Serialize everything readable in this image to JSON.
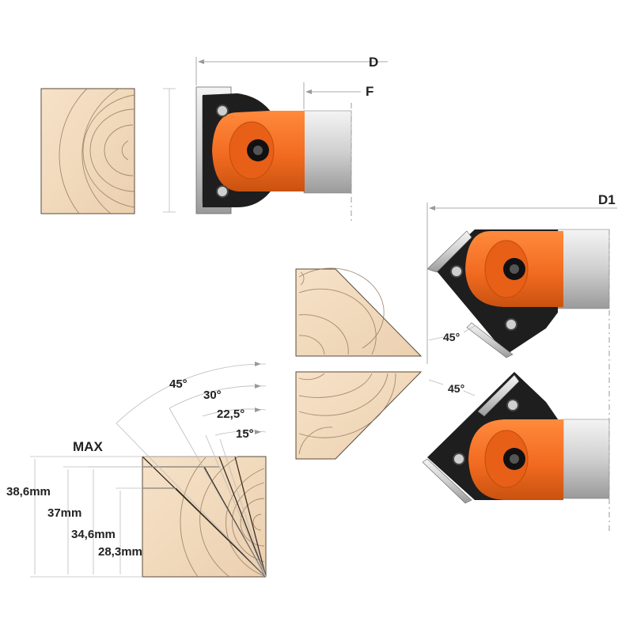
{
  "labels": {
    "d": "D",
    "f": "F",
    "d1": "D1",
    "max": "MAX"
  },
  "angles": {
    "a45_top": "45°",
    "a30": "30°",
    "a225": "22,5°",
    "a15": "15°",
    "a45_right_upper": "45°",
    "a45_right_lower": "45°"
  },
  "heights": {
    "h386": "38,6mm",
    "h37": "37mm",
    "h346": "34,6mm",
    "h283": "28,3mm"
  },
  "colors": {
    "wood": "#f2dcc2",
    "wood_grain": "#8a6f55",
    "cutter_orange": "#f26b21",
    "cutter_dark": "#1e1e1e",
    "knife_silver": "#d8d8d8",
    "dimension_gray": "#aaaaaa"
  }
}
